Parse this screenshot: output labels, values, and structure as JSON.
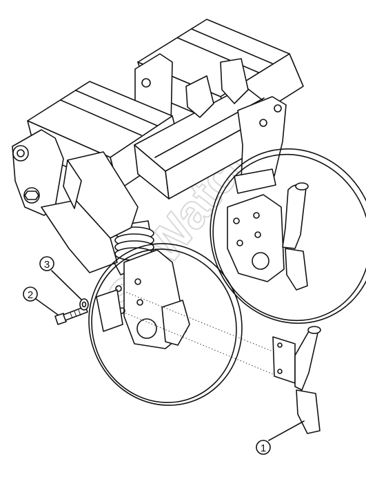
{
  "callouts": [
    {
      "number": "1",
      "part": "tine"
    },
    {
      "number": "2",
      "part": "bolt"
    },
    {
      "number": "3",
      "part": "nut"
    }
  ],
  "watermark": "SPWatch",
  "colors": {
    "line": "#111111",
    "background": "#ffffff",
    "watermark": "#d9d9d9"
  }
}
